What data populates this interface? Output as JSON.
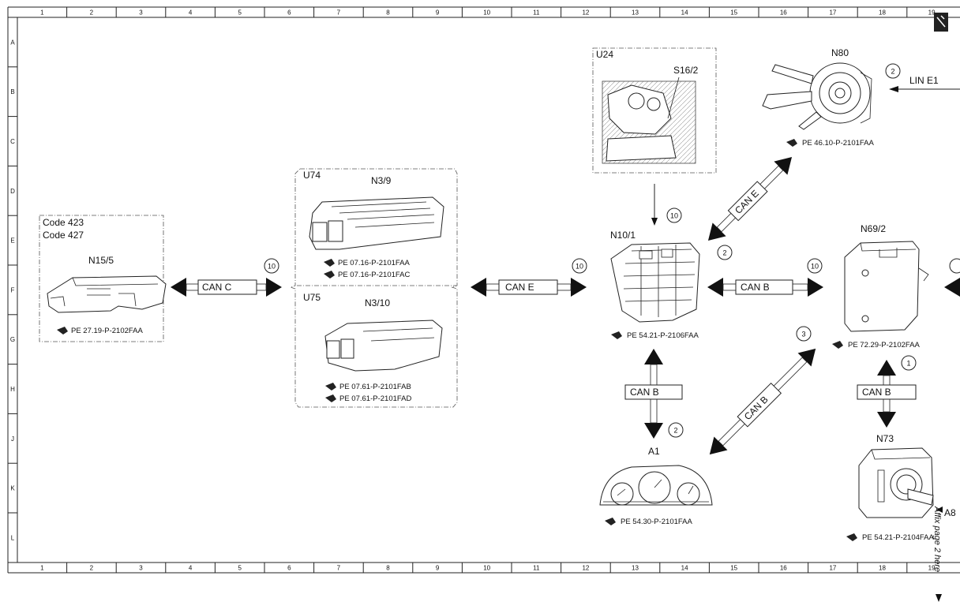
{
  "columns": [
    "1",
    "2",
    "3",
    "4",
    "5",
    "6",
    "7",
    "8",
    "9",
    "10",
    "11",
    "12",
    "13",
    "14",
    "15",
    "16",
    "17",
    "18",
    "19"
  ],
  "rows": [
    "A",
    "B",
    "C",
    "D",
    "E",
    "F",
    "G",
    "H",
    "J",
    "K",
    "L"
  ],
  "groups": {
    "code_423": "Code 423",
    "code_427": "Code 427",
    "u74": "U74",
    "u75": "U75",
    "u24": "U24"
  },
  "components": {
    "n15_5": "N15/5",
    "n3_9": "N3/9",
    "n3_10": "N3/10",
    "s16_2": "S16/2",
    "n10_1": "N10/1",
    "n80": "N80",
    "n69_2": "N69/2",
    "n73": "N73",
    "a1": "A1",
    "a8": "A8"
  },
  "references": {
    "n15_5": "PE 27.19-P-2102FAA",
    "n3_9_a": "PE 07.16-P-2101FAA",
    "n3_9_b": "PE 07.16-P-2101FAC",
    "n3_10_a": "PE 07.61-P-2101FAB",
    "n3_10_b": "PE 07.61-P-2101FAD",
    "n10_1": "PE 54.21-P-2106FAA",
    "n80": "PE 46.10-P-2101FAA",
    "n69_2": "PE 72.29-P-2102FAA",
    "a1": "PE 54.30-P-2101FAA",
    "n73": "PE 54.21-P-2104FAA"
  },
  "buses": {
    "can_c": "CAN C",
    "can_e_horizontal": "CAN E",
    "can_e_diagonal": "CAN E",
    "can_b_horizontal": "CAN B",
    "can_b_vertical": "CAN B",
    "can_b_diagonal": "CAN B",
    "can_b_n73": "CAN B",
    "lin_e1": "LIN E1"
  },
  "circle_numbers": {
    "can_c": "10",
    "can_e": "10",
    "u24_arrow": "10",
    "n10_1": "2",
    "can_b": "10",
    "can_b_diag": "3",
    "a1": "2",
    "n80": "2",
    "n73": "1"
  },
  "side_text": "Affix page 2 here"
}
